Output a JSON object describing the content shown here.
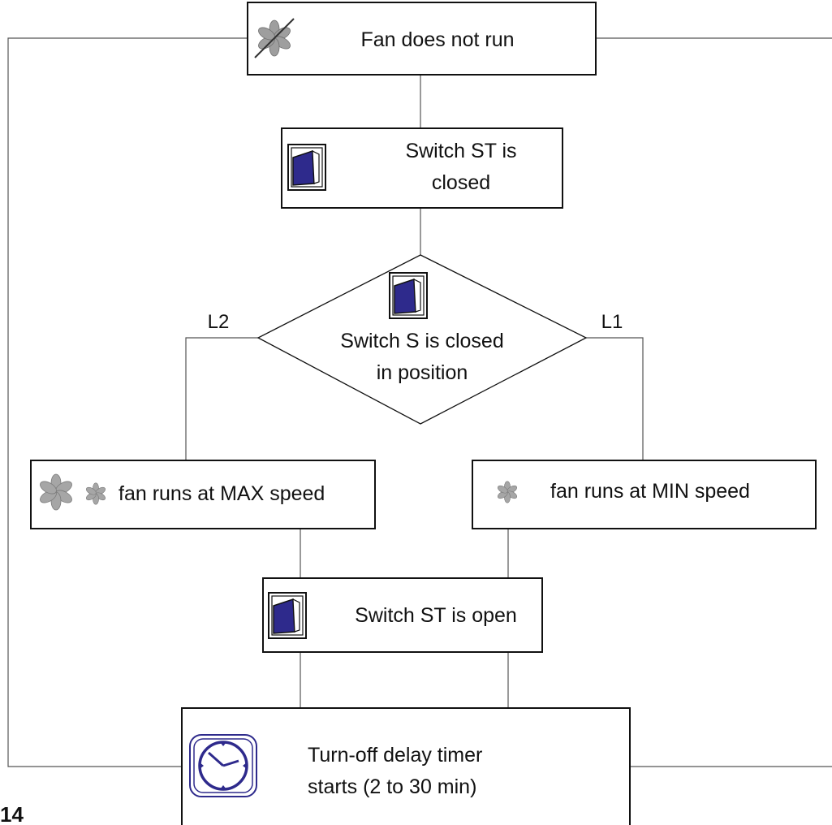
{
  "figure_number": "14",
  "colors": {
    "switch_accent": "#2e2a8c",
    "fan_grey": "#9e9e9e",
    "timer_accent": "#2e2a8c",
    "line": "#555555"
  },
  "nodes": {
    "fan_not_running": {
      "text": "Fan does not run",
      "icon": "fan-off-icon"
    },
    "st_closed": {
      "lines": [
        "Switch ST is",
        "closed"
      ],
      "icon": "switch-icon"
    },
    "decision": {
      "lines": [
        "Switch S is closed",
        "in position"
      ],
      "icon": "switch-icon",
      "left_label": "L2",
      "right_label": "L1"
    },
    "max_speed": {
      "text": "fan runs at MAX speed",
      "icon": "fan-icon"
    },
    "min_speed": {
      "text": "fan runs at MIN speed",
      "icon": "fan-icon"
    },
    "st_open": {
      "text": "Switch ST is open",
      "icon": "switch-icon"
    },
    "timer": {
      "lines": [
        "Turn-off delay timer",
        "starts (2 to 30 min)"
      ],
      "icon": "timer-clock-icon"
    }
  }
}
